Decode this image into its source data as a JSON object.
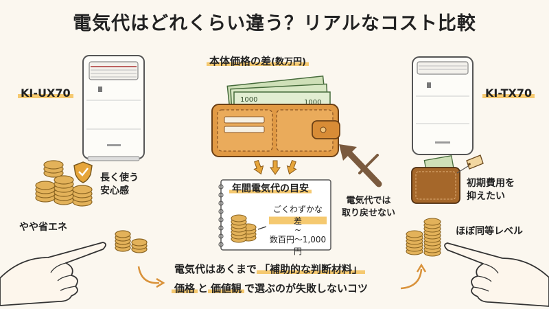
{
  "title": "電気代はどれくらい違う？リアルなコスト比較",
  "left": {
    "model": "KI-UX70",
    "benefit": [
      "長く使う",
      "安心感"
    ],
    "eco": "やや省エネ"
  },
  "right": {
    "model": "KI-TX70",
    "benefit": [
      "初期費用を",
      "抑えたい"
    ],
    "level": "ほぼ同等レベル"
  },
  "center": {
    "price_diff": "本体価格の差",
    "price_unit": "(数万円)",
    "bill_text": "1000",
    "notebook_title": "年間電気代の目安",
    "small_diff": "ごくわずかな差",
    "tilde": "~",
    "range": "数百円〜1,000円",
    "cannot_recover": [
      "電気代では",
      "取り戻せない"
    ]
  },
  "bottom": {
    "line1_pre": "電気代はあくまで",
    "line1_em": "「補助的な判断材料」",
    "line2_em1": "価格",
    "line2_mid": "と",
    "line2_em2": "価値観",
    "line2_post": "で選ぶのが失敗しないコツ"
  },
  "colors": {
    "background": "#fbf7ef",
    "highlight": "#f5c970",
    "wallet": "#e19a45",
    "coin": "#e3b25a",
    "shield": "#e6a53a",
    "arrow": "#7a5a3e"
  }
}
